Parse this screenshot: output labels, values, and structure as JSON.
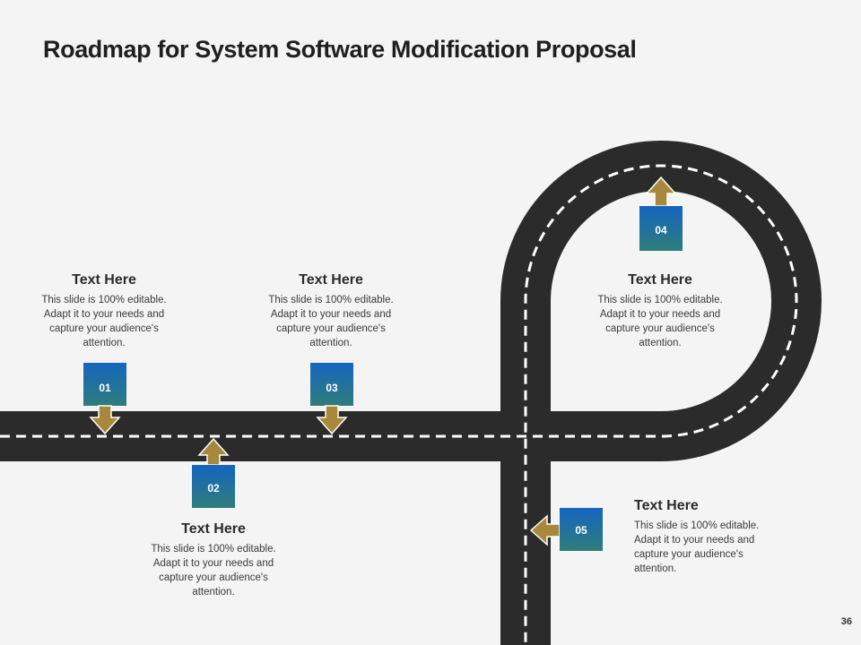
{
  "slide": {
    "title": "Roadmap for System Software Modification Proposal",
    "page_number": "36"
  },
  "colors": {
    "road": "#2b2b2b",
    "lane_marking": "#ffffff",
    "marker_top": "#1565c0",
    "marker_bottom": "#2e7d7a",
    "arrow": "#a8893c"
  },
  "milestones": [
    {
      "number": "01",
      "heading": "Text Here",
      "body": "This slide is 100% editable. Adapt it to your needs and capture your audience's attention."
    },
    {
      "number": "02",
      "heading": "Text Here",
      "body": "This slide is 100% editable. Adapt it to your needs and capture your audience's attention."
    },
    {
      "number": "03",
      "heading": "Text Here",
      "body": "This slide is 100% editable. Adapt it to your needs and capture your audience's attention."
    },
    {
      "number": "04",
      "heading": "Text Here",
      "body": "This slide is 100% editable. Adapt it to your needs and capture your audience's attention."
    },
    {
      "number": "05",
      "heading": "Text Here",
      "body": "This slide is 100% editable. Adapt it to your needs and capture your audience's attention."
    }
  ]
}
